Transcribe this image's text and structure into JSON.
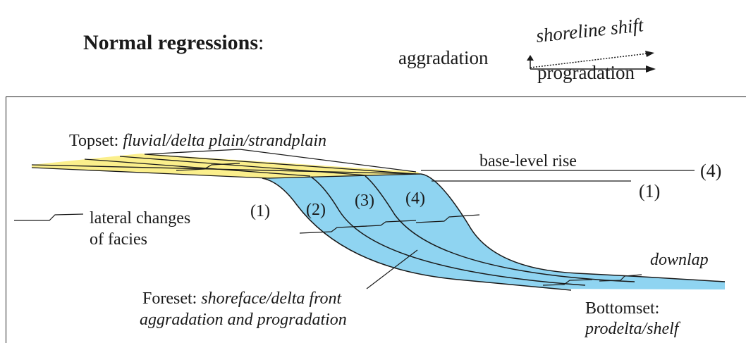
{
  "header": {
    "title": "Normal regressions",
    "title_suffix": ":",
    "legend": {
      "aggradation": "aggradation",
      "shoreline_shift": "shoreline shift",
      "progradation": "progradation"
    }
  },
  "diagram": {
    "topset_prefix": "Topset: ",
    "topset_env": "fluvial/delta plain/strandplain",
    "base_level_rise": "base-level rise",
    "baselevel_label_1": "(1)",
    "baselevel_label_4": "(4)",
    "clinoform_labels": [
      "(1)",
      "(2)",
      "(3)",
      "(4)"
    ],
    "lateral_line1": "lateral changes",
    "lateral_line2": "of facies",
    "downlap": "downlap",
    "foreset_prefix": "Foreset: ",
    "foreset_env": "shoreface/delta front",
    "foreset_line2": "aggradation and progradation",
    "bottomset_prefix": "Bottomset:",
    "bottomset_env": "prodelta/shelf",
    "colors": {
      "topset": "#fbef8c",
      "foreset": "#8fd4f1",
      "line": "#1a1a1a"
    }
  }
}
